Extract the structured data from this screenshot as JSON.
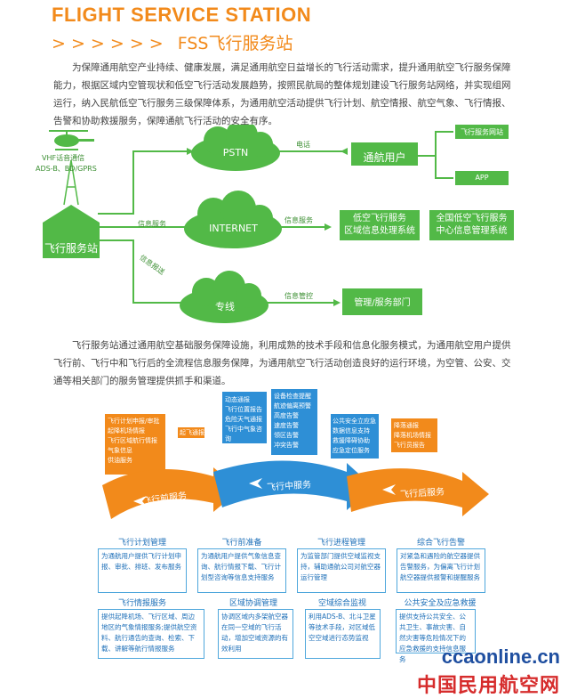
{
  "header": {
    "title": "FLIGHT SERVICE STATION",
    "subtitle_arrows": "> > > > > >",
    "subtitle": "FSS飞行服务站"
  },
  "intro": "为保障通用航空产业持续、健康发展，满足通用航空日益增长的飞行活动需求，提升通用航空飞行服务保障能力，根据区域内空管现状和低空飞行活动发展趋势，按照民航局的整体规划建设飞行服务站网络，并实现组网运行，纳入民航低空飞行服务三级保障体系，为通用航空活动提供飞行计划、航空情报、航空气象、飞行情报、告警和协助救援服务，保障通航飞行活动的安全有序。",
  "network": {
    "vhf_label": "VHF话音通信",
    "adsb_label": "ADS-B、BD/GPRS",
    "station": "飞行服务站",
    "pstn": "PSTN",
    "internet": "INTERNET",
    "private_line": "专线",
    "phone_label": "电话",
    "info_service_label": "信息服务",
    "info_submit_label": "信息报送",
    "info_control_label": "信息管控",
    "user": "通航用户",
    "website": "飞行服务网站",
    "app": "APP",
    "regional_center": "低空飞行服务\n区域信息处理系统",
    "national_center": "全国低空飞行服务\n中心信息管理系统",
    "management": "管理/服务部门"
  },
  "intro2": "飞行服务站通过通用航空基础服务保障设施，利用成熟的技术手段和信息化服务模式，为通用航空用户提供飞行前、飞行中和飞行后的全流程信息服务保障，为通用航空飞行活动创造良好的运行环境，为空管、公安、交通等相关部门的服务管理提供抓手和渠道。",
  "flow": {
    "pre": "飞行前服务",
    "mid": "飞行中服务",
    "post": "飞行后服务",
    "pre_items": [
      "飞行计划申报/审批",
      "起降机场情报",
      "飞行区域航行情报",
      "气象信息",
      "供油服务"
    ],
    "pre_tag": "起飞通报",
    "mid_items_a": [
      "动态通报",
      "飞行位置报告",
      "危险天气通报",
      "飞行中气象咨询"
    ],
    "mid_items_b": [
      "设备检查提醒",
      "航迹偏离预警",
      "高度告警",
      "速度告警",
      "领区告警",
      "冲突告警"
    ],
    "mid_items_c": [
      "公共安全立应急",
      "数据信息支持",
      "救援障碍协助",
      "应急定位服务"
    ],
    "post_items": [
      "降落通报",
      "降落机场情报",
      "飞行员报告"
    ]
  },
  "services": [
    {
      "title": "飞行计划管理",
      "body": "为通航用户提供飞行计划申报、审批、排班、发布服务"
    },
    {
      "title": "飞行前准备",
      "body": "为通航用户提供气象信息查询、航行情报下载、飞行计划型咨询等信息支持服务"
    },
    {
      "title": "飞行进程管理",
      "body": "为监管部门提供空域监视支持，辅助通航公司对航空器运行管理"
    },
    {
      "title": "综合飞行告警",
      "body": "对紧急和遇险的航空器提供告警服务，为偏离飞行计划航空器提供报警和提醒服务"
    },
    {
      "title": "飞行情报服务",
      "body": "提供起降机场、飞行区域、周边地区的气象情报服务;提供航空资料、航行通告的查询、检索、下载、讲解等航行情报服务"
    },
    {
      "title": "区域协调管理",
      "body": "协调区域内多架航空器在同一空域的飞行活动，增加空域资源的有效利用"
    },
    {
      "title": "空域综合监视",
      "body": "利用ADS-B、北斗卫星等技术手段，对区域低空空域进行态势监视"
    },
    {
      "title": "公共安全及应急救援",
      "body": "提供支持公共安全、公共卫生、事故灾害、自然灾害等危险情况下的应急救援的支持信息服务"
    }
  ],
  "watermark": {
    "url": "ccaonline.cn",
    "name": "中国民用航空网"
  },
  "colors": {
    "orange": "#f28a1b",
    "green": "#52b947",
    "blue": "#2e8fd6",
    "dark_blue": "#1d6fb8",
    "red": "#d62c2c"
  }
}
